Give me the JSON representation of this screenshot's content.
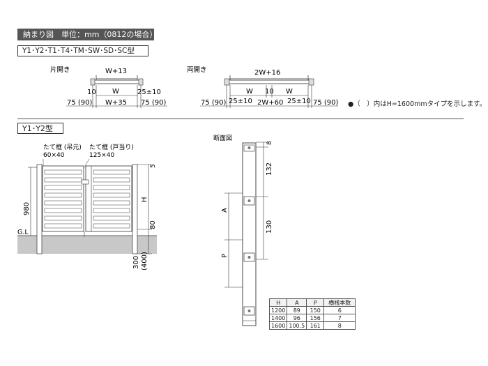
{
  "header": {
    "title": "納まり図　単位：mm（0812の場合）"
  },
  "models_label": "Y1･Y2･T1･T4･TM･SW･SD･SC型",
  "plan": {
    "single": {
      "label": "片開き",
      "top_dim": "W+13",
      "left_gap": "10",
      "width": "W",
      "right_gap": "25±10",
      "left_post": "75 (90)",
      "mid": "W+35",
      "right_post": "75 (90)"
    },
    "double": {
      "label": "両開き",
      "top_dim": "2W+16",
      "w_left": "W",
      "center_gap": "10",
      "w_right": "W",
      "left_post": "75 (90)",
      "left_gap": "25±10",
      "mid": "2W+60",
      "right_gap": "25±10",
      "right_post": "75 (90)"
    },
    "note": "●（　）内はH=1600mmタイプを示します。"
  },
  "elevation": {
    "section_label": "Y1･Y2型",
    "stile_left_label": "たて框 (吊元)",
    "stile_left_size": "60×40",
    "stile_right_label": "たて框 (戸当り)",
    "stile_right_size": "125×40",
    "dim_980": "980",
    "gl": "G.L",
    "dim_h": "H",
    "dim_5": "5",
    "dim_80": "80",
    "dim_300": "300",
    "dim_400": "(400)"
  },
  "section": {
    "label": "断面図",
    "dim_8": "8",
    "dim_132": "132",
    "dim_130": "130",
    "dim_a": "A",
    "dim_p": "P"
  },
  "table": {
    "headers": [
      "H",
      "A",
      "P",
      "横桟本数"
    ],
    "rows": [
      [
        "1200",
        "89",
        "150",
        "6"
      ],
      [
        "1400",
        "96",
        "156",
        "7"
      ],
      [
        "1600",
        "100.5",
        "161",
        "8"
      ]
    ]
  }
}
